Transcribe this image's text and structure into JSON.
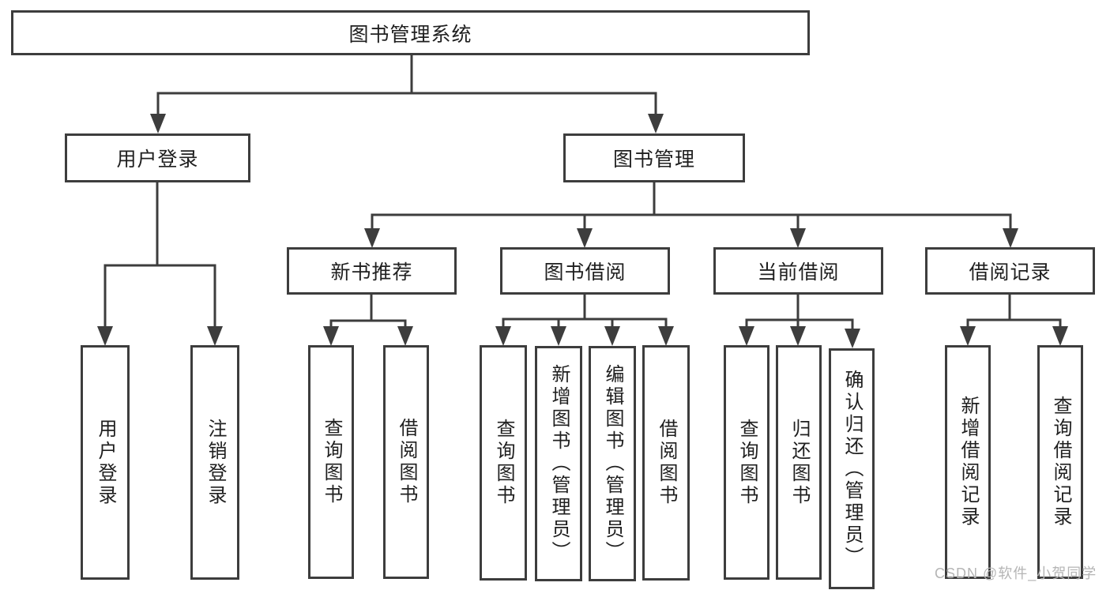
{
  "diagram": {
    "type": "hierarchy-structure-chart",
    "tree": {
      "root": {
        "label": "图书管理系统"
      },
      "branches": [
        {
          "label": "用户登录",
          "children": [
            {
              "label": "用户登录"
            },
            {
              "label": "注销登录"
            }
          ]
        },
        {
          "label": "图书管理",
          "children": [
            {
              "label": "新书推荐",
              "children": [
                {
                  "label": "查询图书"
                },
                {
                  "label": "借阅图书"
                }
              ]
            },
            {
              "label": "图书借阅",
              "children": [
                {
                  "label": "查询图书"
                },
                {
                  "label": "新增图书（管理员）"
                },
                {
                  "label": "编辑图书（管理员）"
                },
                {
                  "label": "借阅图书"
                }
              ]
            },
            {
              "label": "当前借阅",
              "children": [
                {
                  "label": "查询图书"
                },
                {
                  "label": "归还图书"
                },
                {
                  "label": "确认归还（管理员）"
                }
              ]
            },
            {
              "label": "借阅记录",
              "children": [
                {
                  "label": "新增借阅记录"
                },
                {
                  "label": "查询借阅记录"
                }
              ]
            }
          ]
        }
      ]
    },
    "watermark": "CSDN @软件_小贺同学",
    "colors": {
      "line": "#3d3d3d",
      "text": "#1f1f1f",
      "box_background": "#ffffff",
      "page_background": "#ffffff",
      "watermark": "#b5b5b5"
    }
  }
}
